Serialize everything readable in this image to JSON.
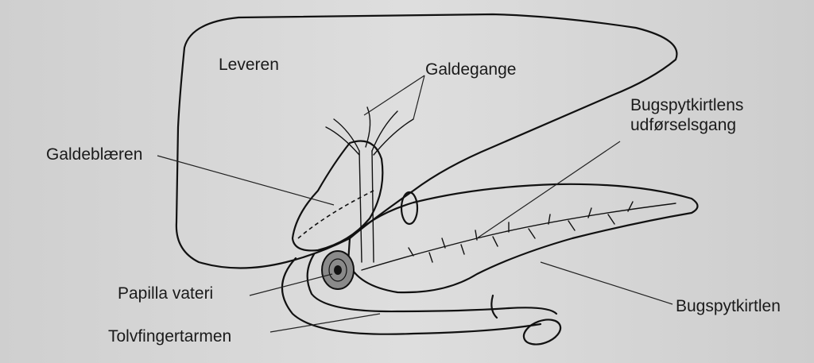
{
  "labels": {
    "leveren": "Leveren",
    "galdegange": "Galdegange",
    "bugspyt_udfoersel_line1": "Bugspytkirtlens",
    "bugspyt_udfoersel_line2": "udførselsgang",
    "galdeblaeren": "Galdeblæren",
    "papilla_vateri": "Papilla vateri",
    "bugspytkirtlen": "Bugspytkirtlen",
    "tolvfingertarmen": "Tolvfingertarmen"
  },
  "colors": {
    "paper": "#d9d9d9",
    "paper_shade": "#c9c9c9",
    "ink": "#111111",
    "organ_fill": "#f2f2f2"
  }
}
